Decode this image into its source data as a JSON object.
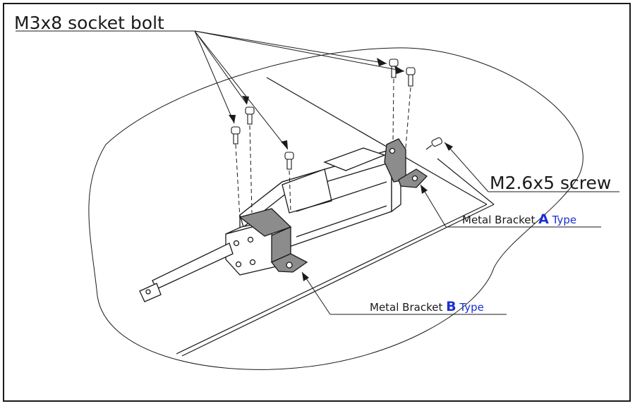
{
  "labels": {
    "socket_bolt": "M3x8 socket bolt",
    "screw": "M2.6x5 screw",
    "bracket_a": {
      "prefix": "Metal Bracket",
      "letter": "A",
      "suffix": "Type"
    },
    "bracket_b": {
      "prefix": "Metal Bracket",
      "letter": "B",
      "suffix": "Type"
    }
  },
  "colors": {
    "line": "#1a1a1a",
    "bracket": "#8c8c8c",
    "accent": "#1b2fd6"
  }
}
